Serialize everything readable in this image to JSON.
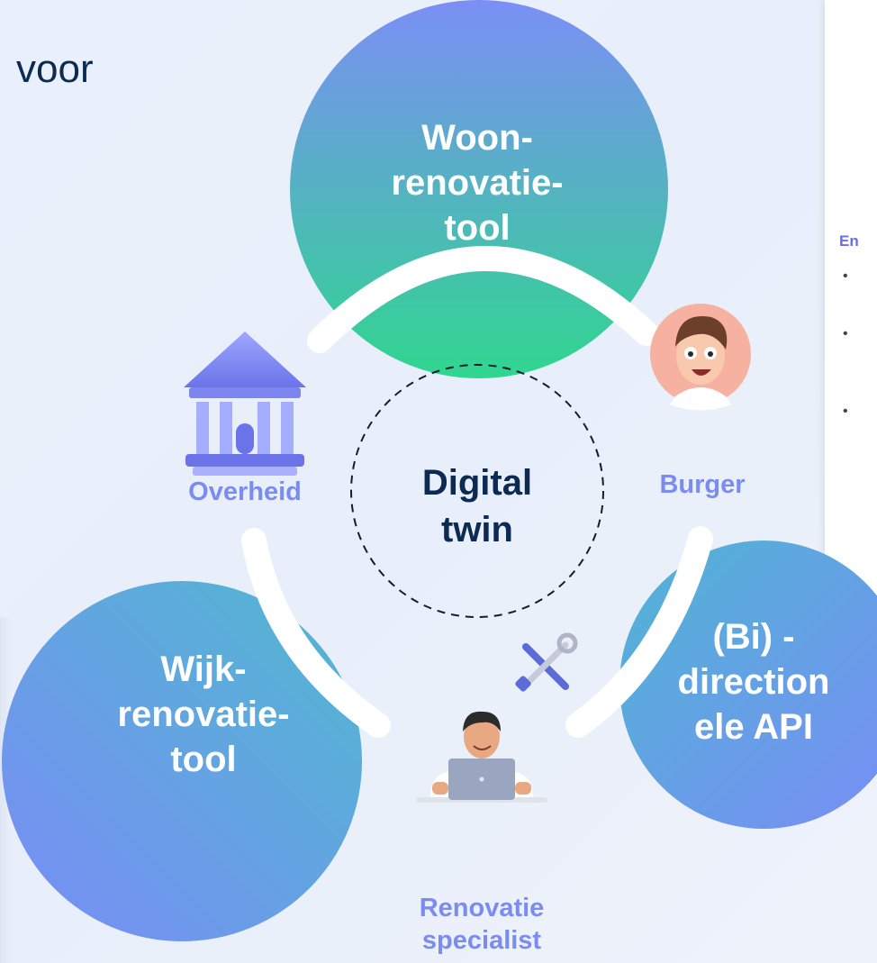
{
  "title_fragment": "voor",
  "circles": {
    "woon": {
      "line1": "Woon-",
      "line2": "renovatie-",
      "line3": "tool"
    },
    "wijk": {
      "line1": "Wijk-",
      "line2": "renovatie-",
      "line3": "tool"
    },
    "api": {
      "line1": "(Bi) -",
      "line2": "direction",
      "line3": "ele API"
    }
  },
  "center": {
    "line1": "Digital",
    "line2": "twin"
  },
  "roles": {
    "overheid": "Overheid",
    "burger": "Burger",
    "specialist_line1": "Renovatie",
    "specialist_line2": "specialist"
  },
  "side_panel": {
    "heading": "En"
  },
  "colors": {
    "arc": "#ffffff",
    "role_text": "#7b8cf0",
    "title_text": "#0d2b52",
    "woon_gradient": [
      "#7b8ff5",
      "#2fd68f"
    ],
    "wijk_gradient": [
      "#55b8d6",
      "#7b8cf5"
    ],
    "api_gradient": [
      "#55b8d6",
      "#7b8cf5"
    ]
  }
}
